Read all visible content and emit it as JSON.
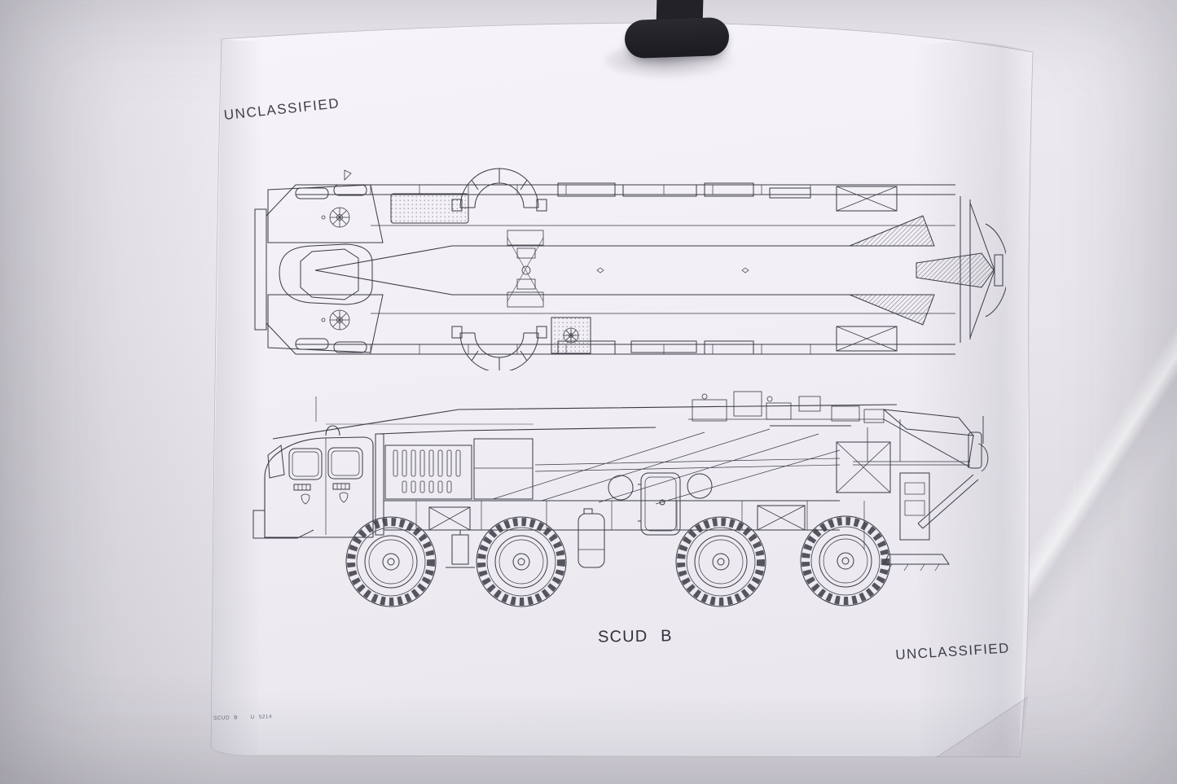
{
  "poster": {
    "classification_top": "UNCLASSIFIED",
    "classification_bottom": "UNCLASSIFIED",
    "caption": "SCUD B",
    "plate_number": "SCUD B   U 5214",
    "figures": [
      {
        "name": "plan-view",
        "description": "Top plan view line drawing of a SCUD B missile on MAZ-543 transporter-erector-launcher chassis, nose pointing left, tail fins right"
      },
      {
        "name": "side-view",
        "description": "Side elevation line drawing of the SCUD B transporter-erector-launcher with four large treaded road wheels, cab at left, missile and erector frame above, launch pedestal at rear"
      }
    ]
  },
  "scene": {
    "clip": "black-binder-clip",
    "surface": "light gray photographic backdrop"
  },
  "colors": {
    "backdrop": "#e8e6eb",
    "backdrop_edge": "#cfccd4",
    "paper": "#f4f2f6",
    "paper_deep": "#e9e7ed",
    "ink": "#3b3a44",
    "clip": "#232228",
    "text": "#3f3e47",
    "faint_text": "#6a6972"
  }
}
